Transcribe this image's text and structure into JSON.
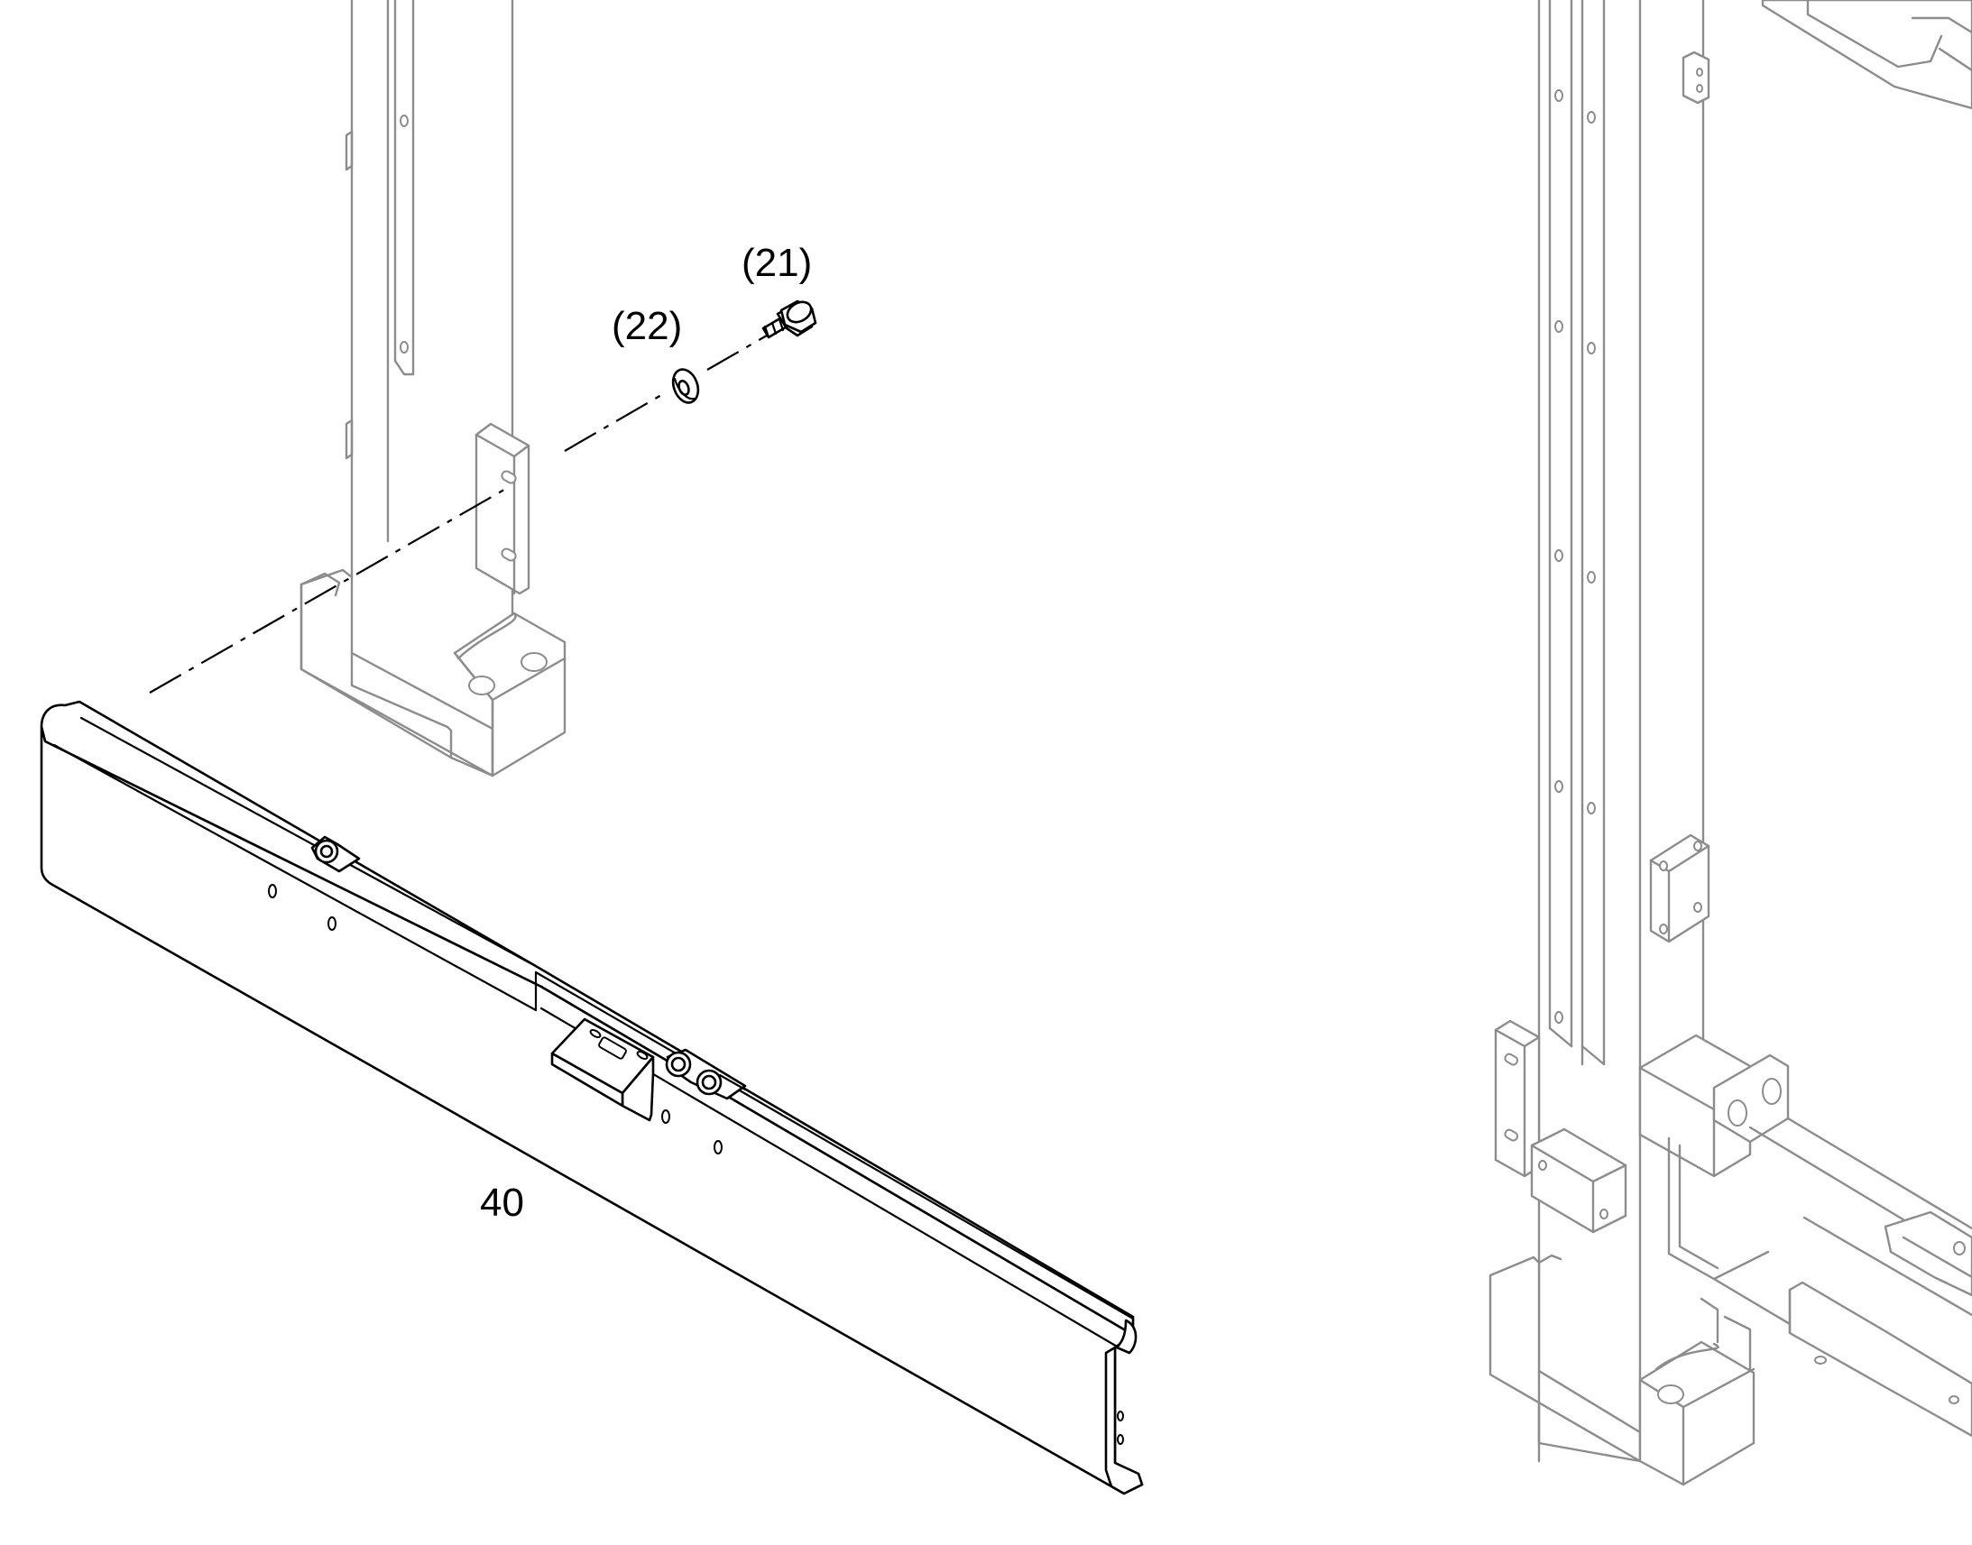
{
  "callouts": {
    "bolt": "(21)",
    "washer": "(22)",
    "cover": "40"
  },
  "colors": {
    "part_line": "#000000",
    "ghost_line": "#8c8c8c",
    "background": "#ffffff"
  }
}
